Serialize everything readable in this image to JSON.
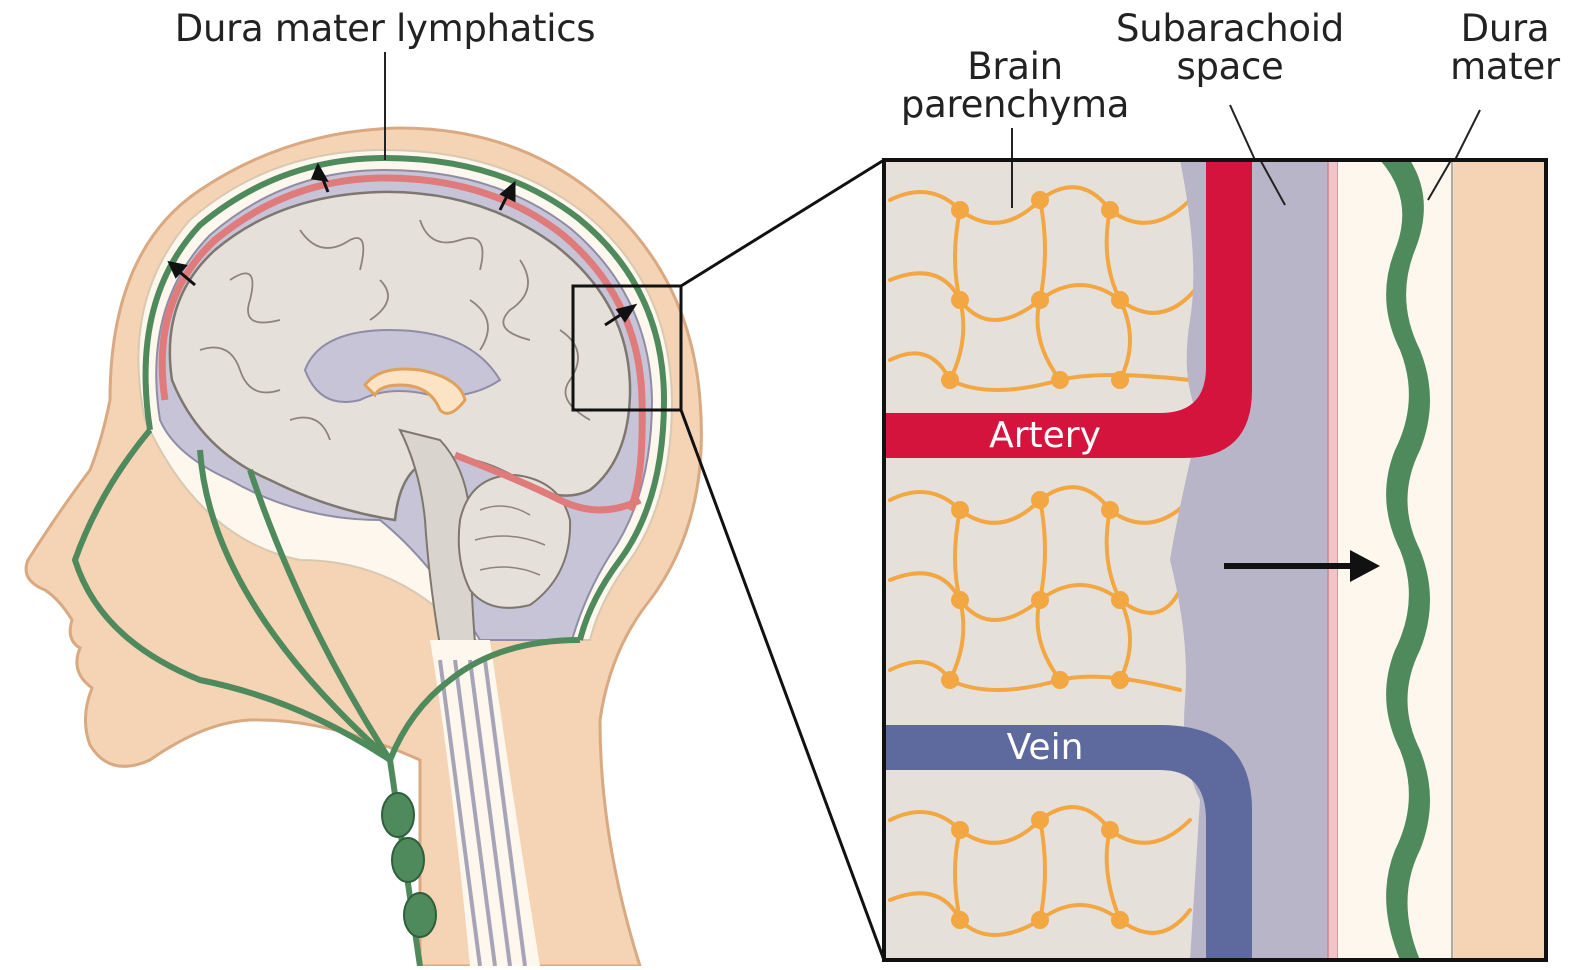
{
  "labels": {
    "dura_lymphatics": "Dura mater lymphatics",
    "brain_parenchyma": "Brain\nparenchyma",
    "subarachnoid_space": "Subarachoid\nspace",
    "dura_mater": "Dura\nmater",
    "artery": "Artery",
    "vein": "Vein"
  },
  "colors": {
    "skin": "#f5d3b5",
    "skin_outline": "#d9a982",
    "brain": "#e6e0da",
    "brain_outline": "#7d7770",
    "csf": "#b8b5c8",
    "lymphatic": "#4e8a5c",
    "artery": "#d4143c",
    "vein": "#5e6a9e",
    "astrocyte": "#f2a742",
    "dura_pink": "#e8a0a0",
    "bone": "#fdf7ee"
  }
}
